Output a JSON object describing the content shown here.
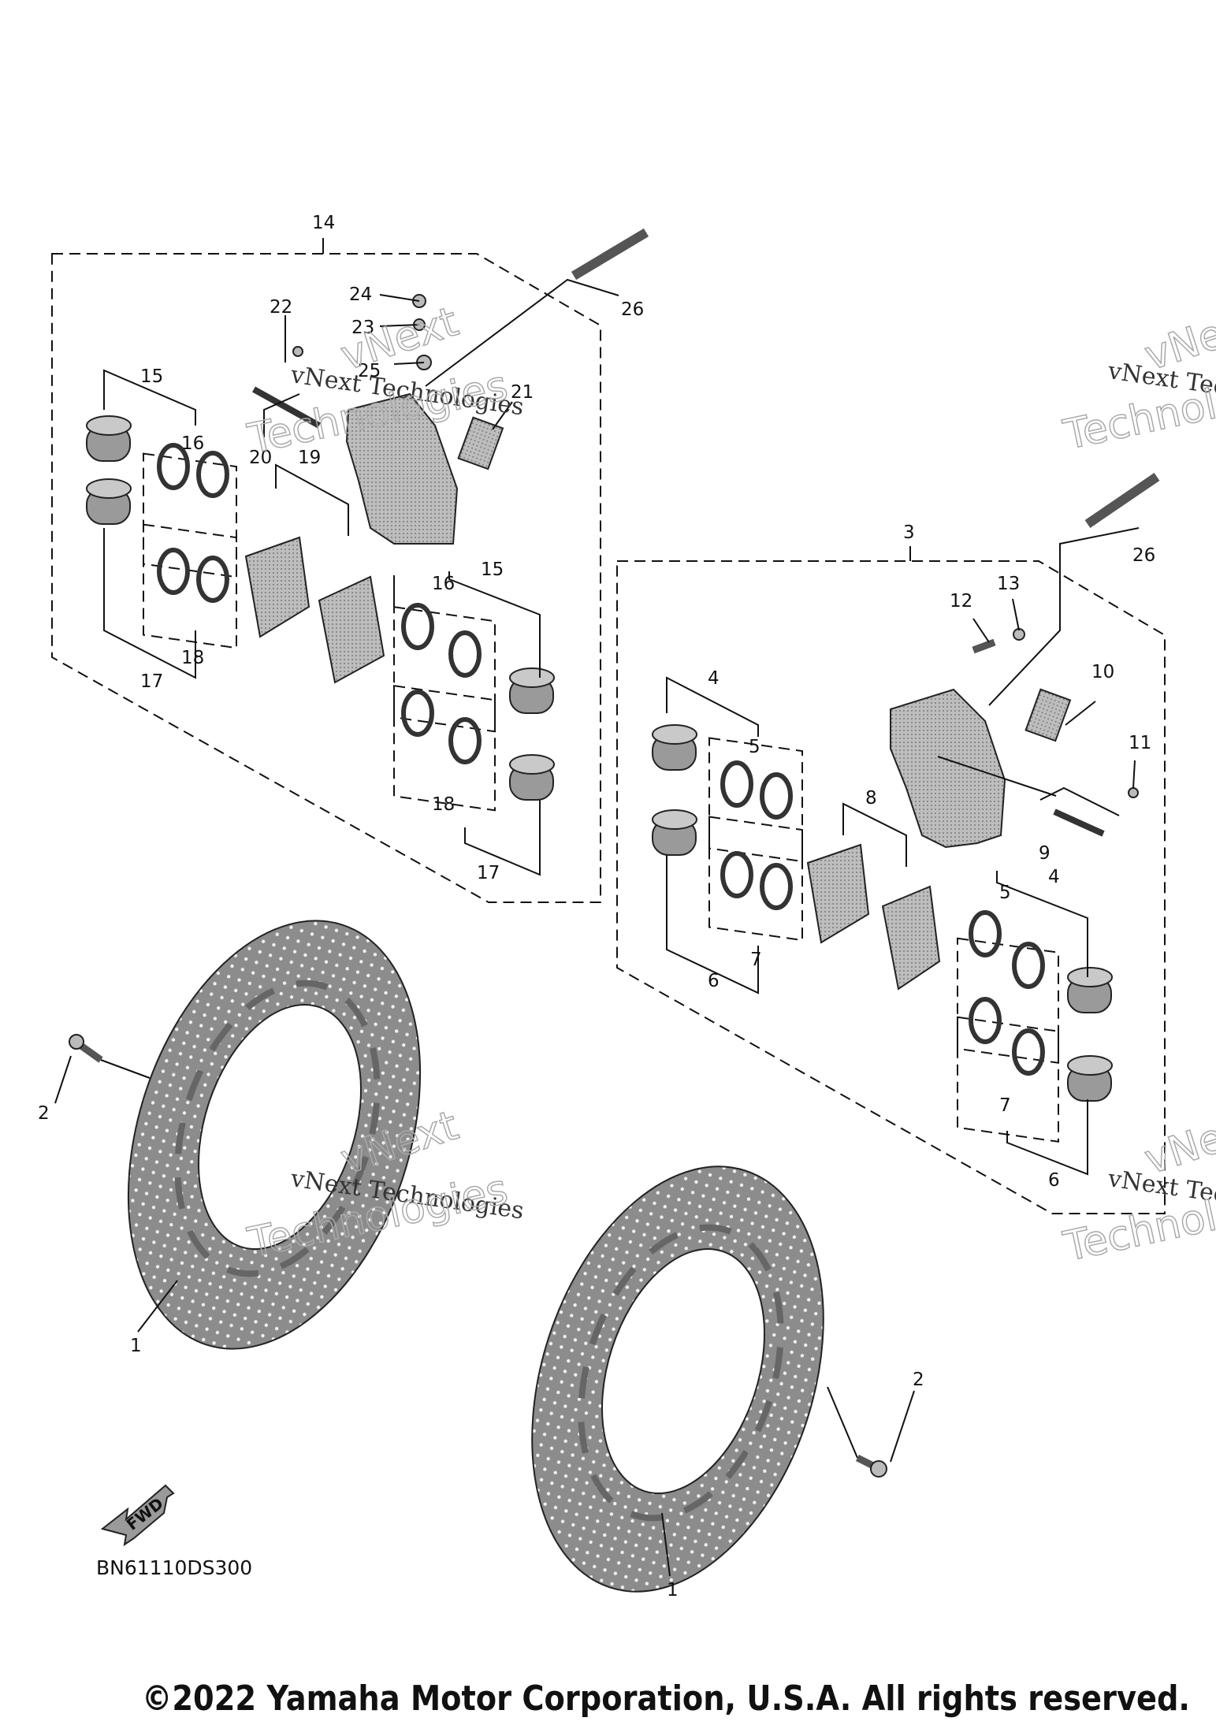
{
  "diagram": {
    "code": "BN61110DS300",
    "fwd_label": "FWD",
    "copyright": "©2022 Yamaha Motor Corporation, U.S.A. All rights reserved.",
    "watermark": {
      "line1": "vNext Technologies",
      "line2": "vNext",
      "line3": "Technologies"
    },
    "callouts": {
      "c1a": "1",
      "c1b": "1",
      "c2a": "2",
      "c2b": "2",
      "c3": "3",
      "c4a": "4",
      "c4b": "4",
      "c5a": "5",
      "c5b": "5",
      "c6a": "6",
      "c6b": "6",
      "c7a": "7",
      "c7b": "7",
      "c8": "8",
      "c9": "9",
      "c10": "10",
      "c11": "11",
      "c12": "12",
      "c13": "13",
      "c14": "14",
      "c15a": "15",
      "c15b": "15",
      "c16a": "16",
      "c16b": "16",
      "c17a": "17",
      "c17b": "17",
      "c18a": "18",
      "c18b": "18",
      "c19": "19",
      "c20": "20",
      "c21": "21",
      "c22": "22",
      "c23": "23",
      "c24": "24",
      "c25": "25",
      "c26a": "26",
      "c26b": "26"
    }
  }
}
